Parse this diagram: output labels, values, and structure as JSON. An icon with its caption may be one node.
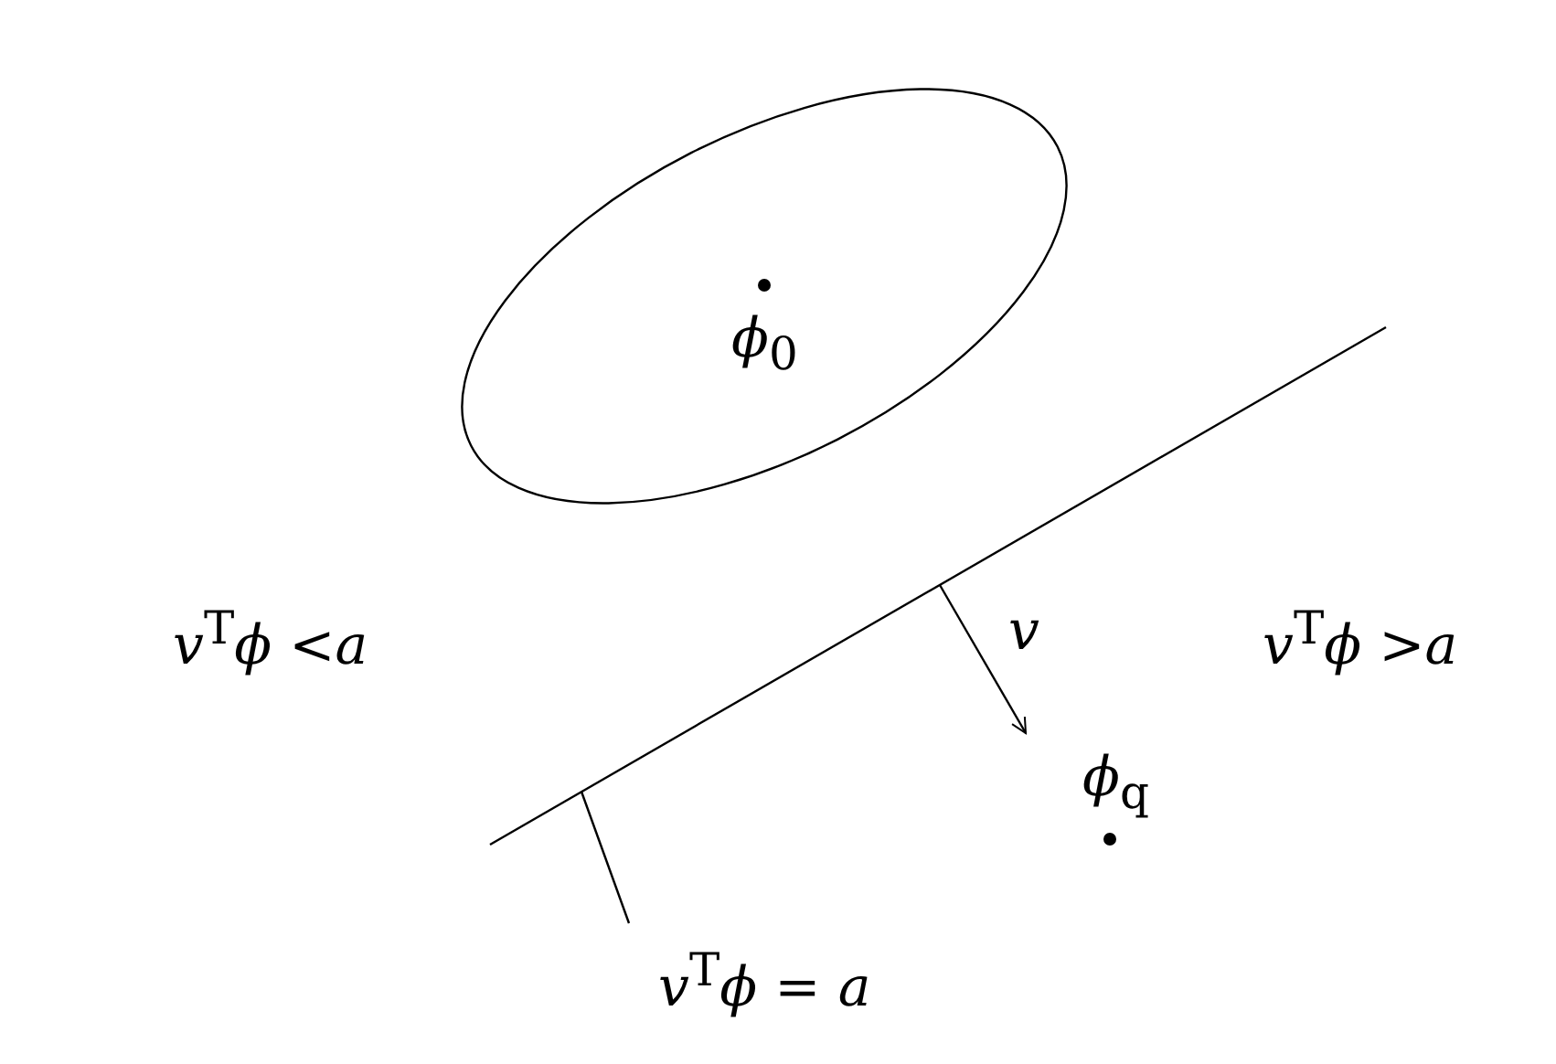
{
  "diagram": {
    "nodes": [
      {
        "text": [
          "*ϕ*$_{0}$"
        ]
      },
      {
        "text": [
          "*v*$^{T}$*ϕ* = *a*"
        ]
      },
      {
        "text": [],
        "shape": "line"
      }
    ],
    "edges": [
      {
        "from": 1,
        "to": 2,
        "arrow": "none"
      }
    ],
    "labels": [
      "*v*$^{T}$*ϕ* <*a*",
      "*v*",
      "*v*$^{T}$*ϕ* >*a*",
      "*ϕ*$_{q}$"
    ]
  }
}
